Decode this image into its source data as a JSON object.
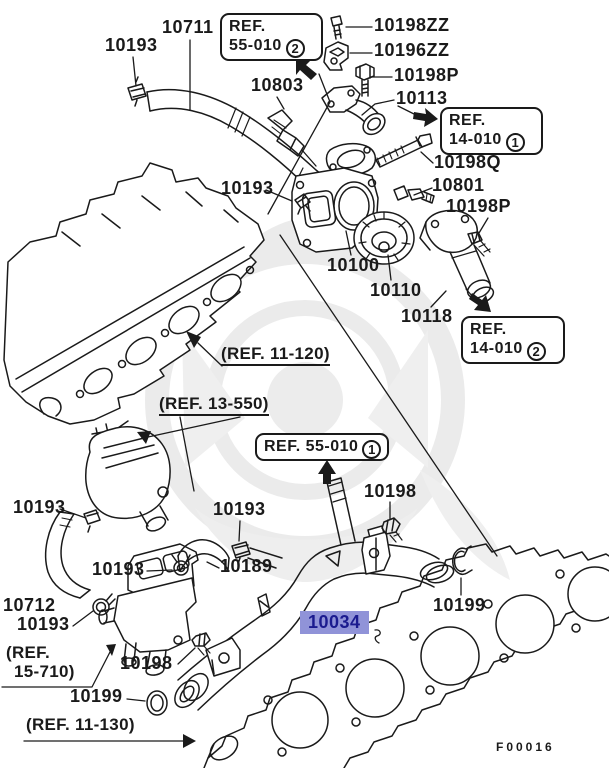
{
  "diagram": {
    "kind": "engine-cooling-parts-diagram",
    "figure_code": "F00016",
    "highlighted_part": "10034",
    "colors": {
      "line": "#1a1a1a",
      "background": "#ffffff",
      "highlight_bg": "#9093d8",
      "highlight_text": "#1b1b8f",
      "watermark": "#e9e9e9"
    }
  },
  "labels": {
    "p10711": "10711",
    "p10193": "10193",
    "p10198zz": "10198ZZ",
    "p10196zz": "10196ZZ",
    "p10198p": "10198P",
    "p10113": "10113",
    "p10803": "10803",
    "p10198q": "10198Q",
    "p10801": "10801",
    "p10100": "10100",
    "p10110": "10110",
    "p10118": "10118",
    "p10198": "10198",
    "p10189": "10189",
    "p10712": "10712",
    "p10199": "10199",
    "p10034": "10034",
    "figure_code": "F00016"
  },
  "ref_boxes": {
    "b55_2": {
      "line1": "REF.",
      "line2": "55-010",
      "num": "2"
    },
    "b14_1": {
      "line1": "REF.",
      "line2": "14-010",
      "num": "1"
    },
    "b14_2": {
      "line1": "REF.",
      "line2": "14-010",
      "num": "2"
    },
    "b55_1": {
      "line1": "REF. 55-010",
      "num": "1"
    }
  },
  "ref_notes": {
    "n11_120": "(REF. 11-120)",
    "n13_550": "(REF. 13-550)",
    "n15_710_l1": "(REF.",
    "n15_710_l2": "15-710)",
    "n11_130": "(REF. 11-130)"
  }
}
